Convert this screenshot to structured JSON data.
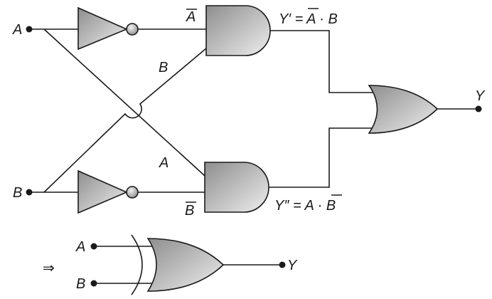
{
  "diagram": {
    "type": "logic-circuit",
    "description": "XOR gate built from NOT, AND and OR gates",
    "colors": {
      "stroke": "#1a1a1a",
      "gate_fill_dark": "#8e8e8e",
      "gate_fill_light": "#eeeeee",
      "background": "#ffffff"
    },
    "inputs": [
      {
        "id": "A",
        "label": "A"
      },
      {
        "id": "B",
        "label": "B"
      }
    ],
    "wire_labels": {
      "a_bar": "A",
      "b_cross": "B",
      "a_cross": "A",
      "b_bar": "B"
    },
    "gates": [
      {
        "id": "not1",
        "type": "NOT",
        "input": "A",
        "output": "Ā"
      },
      {
        "id": "not2",
        "type": "NOT",
        "input": "B",
        "output": "B̄"
      },
      {
        "id": "and1",
        "type": "AND",
        "inputs": [
          "Ā",
          "B"
        ],
        "output": "Y′"
      },
      {
        "id": "and2",
        "type": "AND",
        "inputs": [
          "A",
          "B̄"
        ],
        "output": "Y″"
      },
      {
        "id": "or1",
        "type": "OR",
        "inputs": [
          "Y′",
          "Y″"
        ],
        "output": "Y"
      }
    ],
    "expressions": {
      "y1_prefix": "Y′ = ",
      "y1_a": "A",
      "y1_rest": " · B",
      "y2_prefix": "Y″ = A · ",
      "y2_b": "B"
    },
    "output": {
      "label": "Y"
    },
    "equivalent": {
      "arrow": "⇒",
      "gate_type": "XOR",
      "input_a": "A",
      "input_b": "B",
      "output": "Y"
    }
  }
}
